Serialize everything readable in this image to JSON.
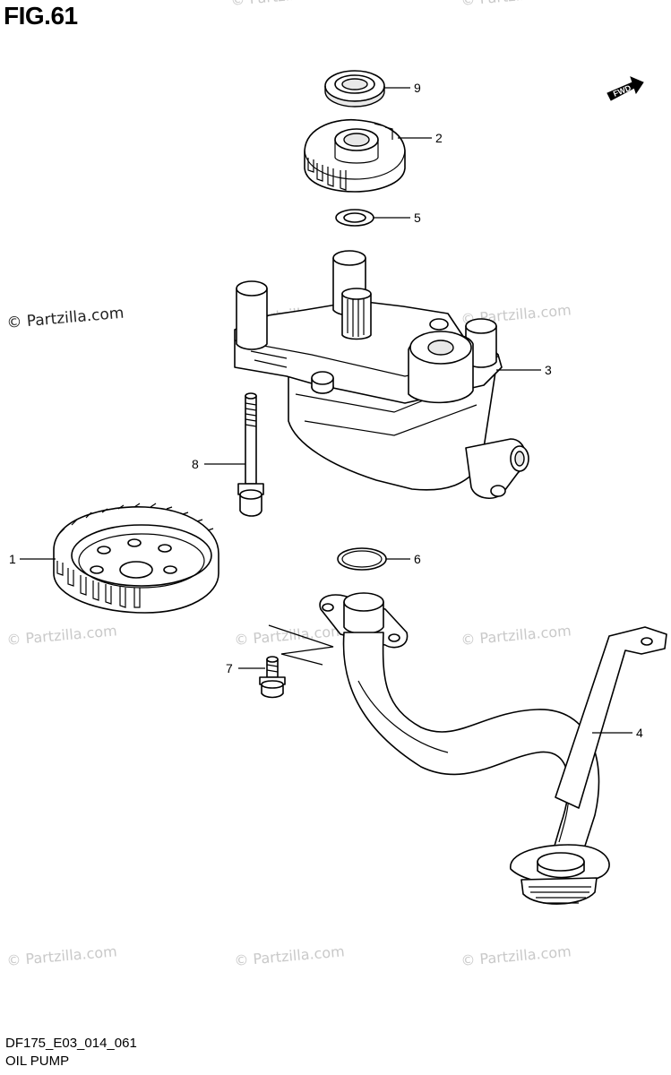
{
  "figure": {
    "title": "FIG.61",
    "code": "DF175_E03_014_061",
    "name": "OIL PUMP"
  },
  "orientation": {
    "label": "FWD"
  },
  "callouts": [
    {
      "number": "1",
      "part": "gear"
    },
    {
      "number": "2",
      "part": "gear"
    },
    {
      "number": "3",
      "part": "oil-pump-assembly"
    },
    {
      "number": "4",
      "part": "oil-strainer-pipe"
    },
    {
      "number": "5",
      "part": "washer"
    },
    {
      "number": "6",
      "part": "o-ring"
    },
    {
      "number": "7",
      "part": "bolt"
    },
    {
      "number": "8",
      "part": "bolt"
    },
    {
      "number": "9",
      "part": "bearing"
    }
  ],
  "watermark": {
    "text": "© Partzilla.com"
  },
  "colors": {
    "line": "#000000",
    "background": "#ffffff",
    "watermark": "#c9c9c9"
  }
}
